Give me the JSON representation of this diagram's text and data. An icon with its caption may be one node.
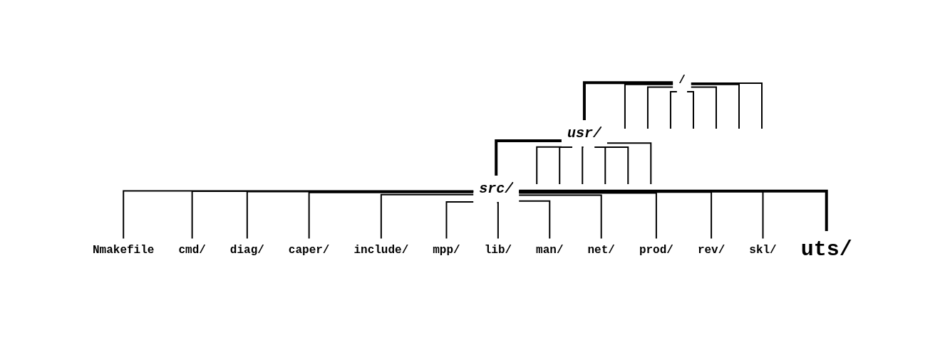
{
  "diagram": {
    "nodes": [
      {
        "text": [
          "/"
        ]
      },
      {
        "text": [
          "usr/"
        ]
      },
      {
        "text": [
          "src/"
        ]
      },
      {
        "text": [
          "Nmakefile"
        ]
      },
      {
        "text": [
          "cmd/"
        ]
      },
      {
        "text": [
          "diag/"
        ]
      },
      {
        "text": [
          "caper/"
        ]
      },
      {
        "text": [
          "include/"
        ]
      },
      {
        "text": [
          "mpp/"
        ]
      },
      {
        "text": [
          "lib/"
        ]
      },
      {
        "text": [
          "man/"
        ]
      },
      {
        "text": [
          "net/"
        ]
      },
      {
        "text": [
          "prod/"
        ]
      },
      {
        "text": [
          "rev/"
        ]
      },
      {
        "text": [
          "skl/"
        ]
      },
      {
        "text": [
          "uts/"
        ]
      }
    ],
    "edges": [
      {
        "from": 0,
        "to": null,
        "arrow": "none"
      },
      {
        "from": 0,
        "to": null,
        "arrow": "none"
      },
      {
        "from": 0,
        "to": null,
        "arrow": "none"
      },
      {
        "from": 0,
        "to": null,
        "arrow": "none"
      },
      {
        "from": 0,
        "to": 1,
        "arrow": "none",
        "style": "thick"
      },
      {
        "from": 0,
        "to": null,
        "arrow": "none"
      },
      {
        "from": 0,
        "to": null,
        "arrow": "none"
      },
      {
        "from": 0,
        "to": null,
        "arrow": "none"
      },
      {
        "from": 1,
        "to": null,
        "arrow": "none"
      },
      {
        "from": 1,
        "to": null,
        "arrow": "none"
      },
      {
        "from": 1,
        "to": null,
        "arrow": "none"
      },
      {
        "from": 1,
        "to": null,
        "arrow": "none"
      },
      {
        "from": 1,
        "to": null,
        "arrow": "none"
      },
      {
        "from": 1,
        "to": 2,
        "arrow": "none",
        "style": "thick"
      },
      {
        "from": 1,
        "to": null,
        "arrow": "none"
      },
      {
        "from": 2,
        "to": 3,
        "arrow": "none"
      },
      {
        "from": 2,
        "to": 4,
        "arrow": "none"
      },
      {
        "from": 2,
        "to": 5,
        "arrow": "none"
      },
      {
        "from": 2,
        "to": 6,
        "arrow": "none"
      },
      {
        "from": 2,
        "to": 7,
        "arrow": "none"
      },
      {
        "from": 2,
        "to": 8,
        "arrow": "none"
      },
      {
        "from": 2,
        "to": 9,
        "arrow": "none"
      },
      {
        "from": 2,
        "to": 10,
        "arrow": "none"
      },
      {
        "from": 2,
        "to": 11,
        "arrow": "none"
      },
      {
        "from": 2,
        "to": 12,
        "arrow": "none"
      },
      {
        "from": 2,
        "to": 13,
        "arrow": "none"
      },
      {
        "from": 2,
        "to": 14,
        "arrow": "none"
      },
      {
        "from": 2,
        "to": 15,
        "arrow": "none",
        "style": "thick"
      }
    ]
  }
}
